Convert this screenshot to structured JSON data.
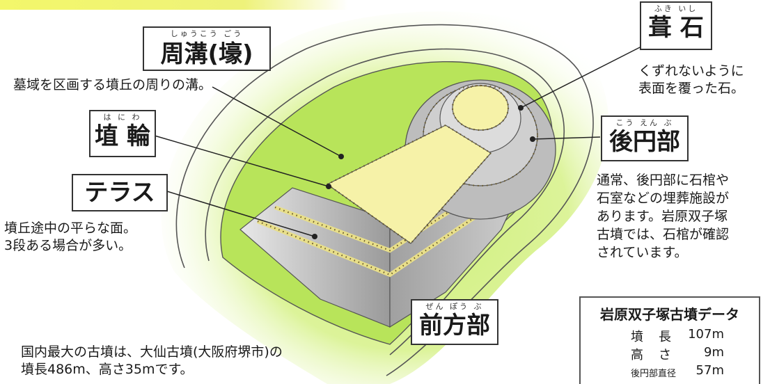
{
  "labels": {
    "fukiishi": {
      "ruby": "ふき いし",
      "name": "葺 石",
      "desc": [
        "くずれないように",
        "表面を覆った石。"
      ]
    },
    "shuko": {
      "ruby": "しゅうこう ごう",
      "name": "周溝(壕)",
      "desc": [
        "墓域を区画する墳丘の周りの溝。"
      ]
    },
    "haniwa": {
      "ruby": "は に わ",
      "name": "埴 輪"
    },
    "koenbu": {
      "ruby": "こう えん ぶ",
      "name": "後円部",
      "desc": [
        "通常、後円部に石棺や",
        "石室などの埋葬施設が",
        "あります。岩原双子塚",
        "古墳では、石棺が確認",
        "されています。"
      ]
    },
    "terrace": {
      "name": "テラス",
      "desc": [
        "墳丘途中の平らな面。",
        "3段ある場合が多い。"
      ]
    },
    "zenpobu": {
      "ruby": "ぜん ぽう ぶ",
      "name": "前方部"
    }
  },
  "note": [
    "国内最大の古墳は、大仙古墳(大阪府堺市)の",
    "墳長486m、高さ35mです。"
  ],
  "stats": {
    "title": "岩原双子塚古墳データ",
    "rows": [
      {
        "key": "墳　長",
        "value": "107m"
      },
      {
        "key": "高　さ",
        "value": "9m"
      },
      {
        "key": "後円部直径",
        "value": "57m"
      }
    ]
  },
  "colors": {
    "moat_green": "#b8e45a",
    "glow": "#e4f5a8",
    "stone": "#b9b9b9",
    "top_yellow": "#f6f2a8",
    "title_yellow": "#f3f76a"
  }
}
